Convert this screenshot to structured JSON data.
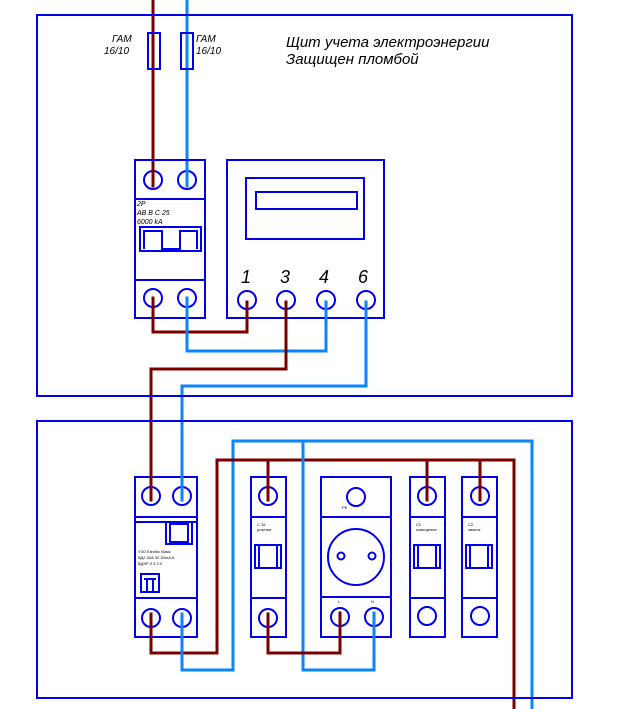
{
  "colors": {
    "frame": "#0000ee",
    "phase_wire": "#7a0000",
    "neutral_wire": "#0a84ff",
    "background": "#ffffff"
  },
  "metering_panel": {
    "title_line1": "Щит учета электроэнергии",
    "title_line2": "Защищен пломбой",
    "fuses": [
      {
        "type": "ГАМ",
        "rating": "16/10"
      },
      {
        "type": "ГАМ",
        "rating": "16/10"
      }
    ],
    "breaker": {
      "line1": "2P",
      "line2": "AB B C 25",
      "line3": "6000 kA"
    },
    "meter": {
      "terminals": [
        "1",
        "3",
        "4",
        "6"
      ]
    }
  },
  "distribution_panel": {
    "rcd": {
      "line1": "УЗО Electric Basic",
      "line2": "ВД2 40А 30 30mA A",
      "line3": "ВДЭР 0 5 2 0"
    },
    "breaker_1": {
      "rating": "C 16",
      "purpose": "розетки"
    },
    "socket": {
      "pe_label": "PE",
      "l_label": "L",
      "n_label": "N"
    },
    "breaker_2": {
      "rating": "C2",
      "purpose": "освещение"
    },
    "breaker_3": {
      "rating": "C2",
      "purpose": "звонок"
    }
  }
}
